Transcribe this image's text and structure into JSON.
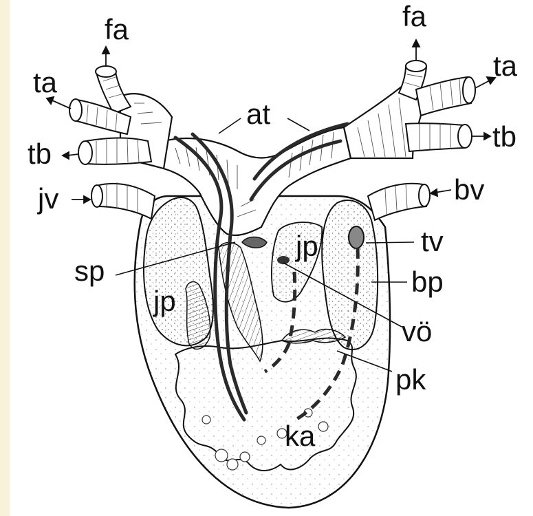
{
  "diagram": {
    "labels": {
      "fa_left": "fa",
      "fa_right": "fa",
      "ta_left": "ta",
      "ta_right": "ta",
      "tb_left": "tb",
      "tb_right": "tb",
      "at": "at",
      "jv": "jv",
      "bv": "bv",
      "sp": "sp",
      "jp_center": "jp",
      "tv": "tv",
      "bp": "bp",
      "jp_left": "jp",
      "vo": "vö",
      "pk": "pk",
      "ka": "ka"
    },
    "colors": {
      "background": "#ffffff",
      "paper_tint_left": "#f3ecc8",
      "ink": "#111111"
    }
  }
}
